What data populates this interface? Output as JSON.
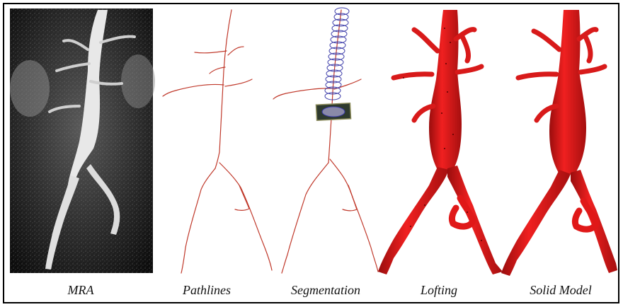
{
  "figure": {
    "panels": [
      {
        "id": "mra",
        "caption": "MRA"
      },
      {
        "id": "pathlines",
        "caption": "Pathlines"
      },
      {
        "id": "segmentation",
        "caption": "Segmentation"
      },
      {
        "id": "lofting",
        "caption": "Lofting"
      },
      {
        "id": "solid-model",
        "caption": "Solid Model"
      }
    ]
  },
  "colors": {
    "pathline": "#c0392b",
    "vessel_red": "#e01818",
    "vessel_dark": "#8e0c0c",
    "segmentation_ring": "#3a3aa8",
    "mra_background": "#1a1a1a"
  }
}
